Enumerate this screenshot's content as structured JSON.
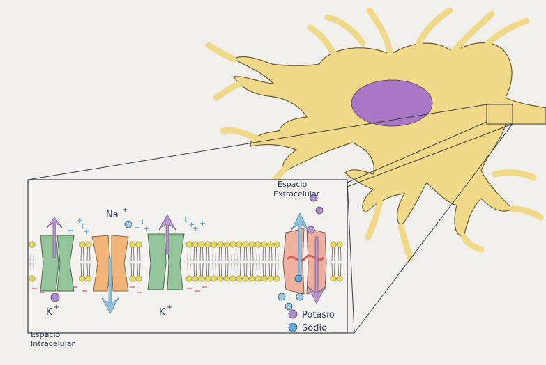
{
  "labels": {
    "extracellular_line1": "Espacio",
    "extracellular_line2": "Extracelular",
    "intracellular_line1": "Espacio",
    "intracellular_line2": "Intracelular",
    "na_ion": "Na",
    "k_ion_left": "K",
    "k_ion_right": "K",
    "charge_sign": "+"
  },
  "legend": {
    "items": [
      {
        "label": "Potasio",
        "color": "#a98cc9"
      },
      {
        "label": "Sodio",
        "color": "#5fa8d8"
      }
    ]
  },
  "colors": {
    "neuron_fill": "#f1d98a",
    "neuron_stroke": "#6b5a2e",
    "nucleus": "#a977c6",
    "phospholipid_head": "#e3d765",
    "k_channel": "#93c49a",
    "na_channel": "#f1b57a",
    "pump": "#eeb1a0",
    "arrow_blue": "#8fc1dc",
    "arrow_purple": "#b796cf",
    "plus_blue": "#5b9fd6",
    "minus_red": "#d86a6a"
  }
}
